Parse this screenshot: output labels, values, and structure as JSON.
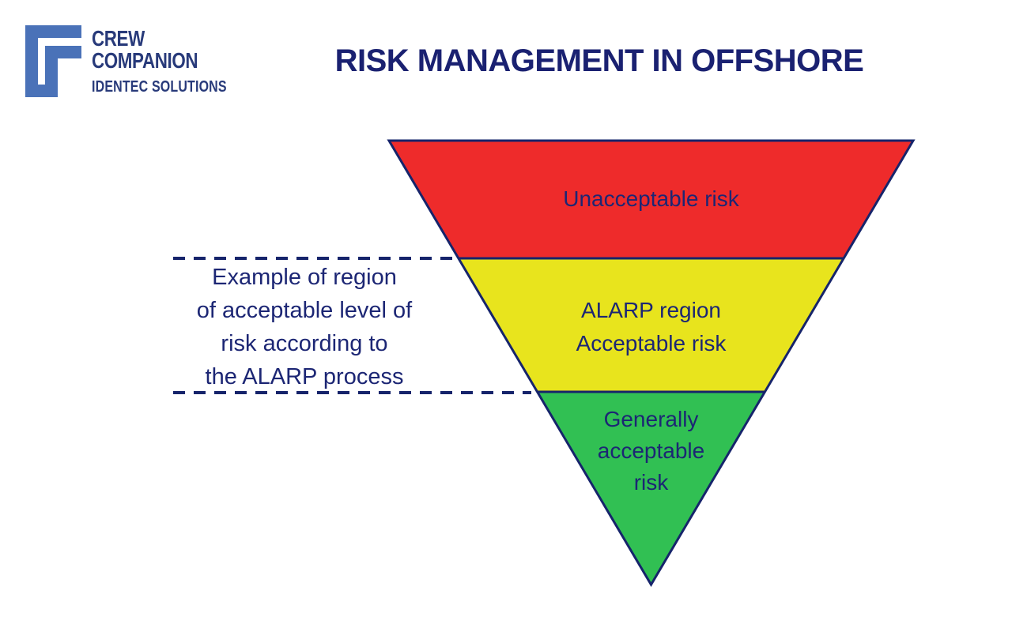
{
  "colors": {
    "navy": "#1c2674",
    "outline_navy": "#16246b",
    "title_navy": "#1a2171",
    "logo_blue": "#4a72b8",
    "red": "#ee2b2b",
    "yellow": "#e8e41d",
    "green": "#31c053"
  },
  "logo": {
    "name_line1": "CREW",
    "name_line2": "COMPANION",
    "tagline": "IDENTEC SOLUTIONS"
  },
  "title": "RISK MANAGEMENT IN OFFSHORE",
  "funnel": {
    "type": "inverted-triangle",
    "levels": [
      {
        "id": "unacceptable",
        "color": "#ee2b2b",
        "lines": [
          "Unacceptable risk"
        ]
      },
      {
        "id": "alarp",
        "color": "#e8e41d",
        "lines": [
          "ALARP region",
          "Acceptable risk"
        ]
      },
      {
        "id": "generally-acceptable",
        "color": "#31c053",
        "lines": [
          "Generally",
          "acceptable",
          "risk"
        ]
      }
    ]
  },
  "annotation": {
    "lines": [
      "Example of region",
      "of acceptable level of",
      "risk according to",
      "the ALARP process"
    ]
  }
}
